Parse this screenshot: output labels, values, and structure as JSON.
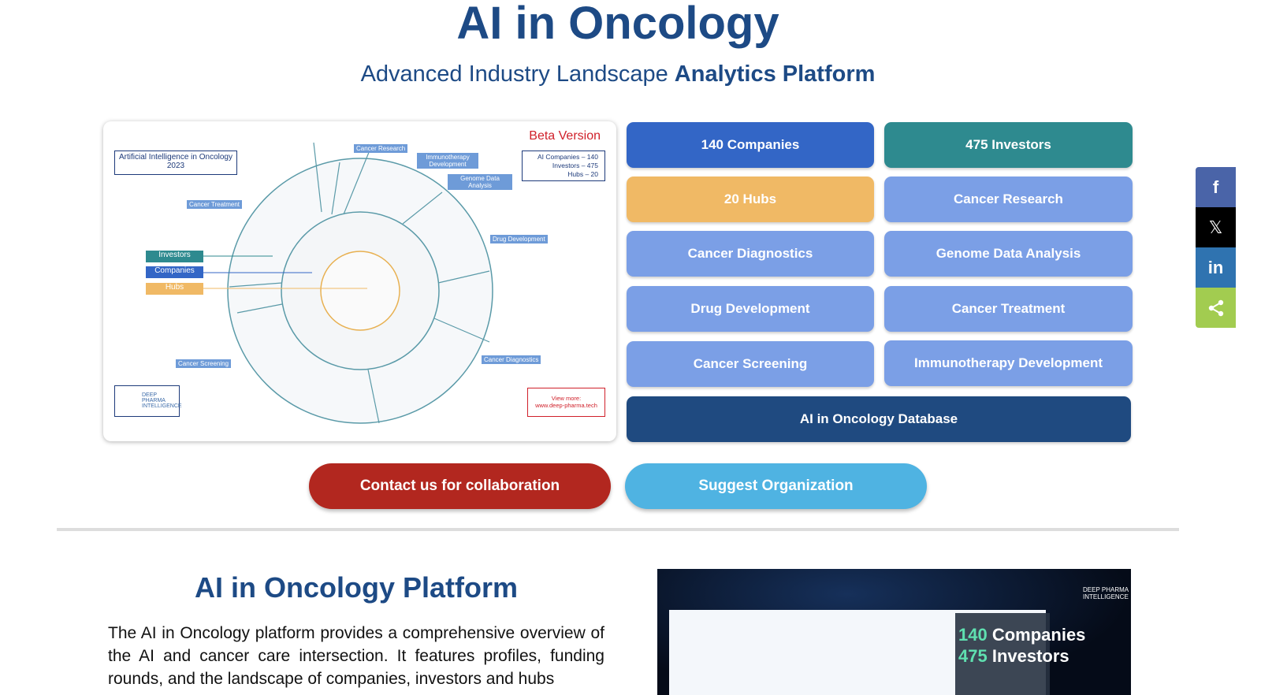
{
  "header": {
    "title": "AI in Oncology",
    "subtitle_a": "Advanced Industry Landscape ",
    "subtitle_b": "Analytics Platform"
  },
  "infographic": {
    "beta": "Beta Version",
    "title": "Artificial Intelligence in Oncology 2023",
    "stats": [
      "AI Companies – 140",
      "Investors – 475",
      "Hubs – 20"
    ],
    "legend": [
      "Investors",
      "Companies",
      "Hubs"
    ],
    "segments": [
      "Cancer Research",
      "Immunotherapy Development",
      "Genome Data Analysis",
      "Drug Development",
      "Cancer Diagnostics",
      "Cancer Screening",
      "Cancer Treatment"
    ],
    "logo": "DEEP PHARMA INTELLIGENCE",
    "view_more": "View more:",
    "url": "www.deep-pharma.tech"
  },
  "buttons": {
    "companies": "140 Companies",
    "investors": "475 Investors",
    "hubs": "20 Hubs",
    "research": "Cancer Research",
    "diagnostics": "Cancer Diagnostics",
    "genome": "Genome Data Analysis",
    "drug": "Drug Development",
    "treatment": "Cancer Treatment",
    "screening": "Cancer Screening",
    "immuno": "Immunotherapy Development",
    "database": "AI in Oncology Database",
    "contact": "Contact us for collaboration",
    "suggest": "Suggest Organization"
  },
  "colors": {
    "companies": "#3366c6",
    "investors": "#2e8a8f",
    "hubs": "#f0b965",
    "light": "#7b9fe6",
    "database": "#1f4a80",
    "contact": "#b2271f",
    "suggest": "#4fb3e2"
  },
  "section": {
    "heading": "AI in Oncology Platform",
    "paragraph": "The AI in Oncology platform provides a comprehensive overview of the AI and cancer care intersection. It features profiles, funding rounds, and the landscape of companies, investors and hubs"
  },
  "promo": {
    "n1": "140",
    "l1": " Companies",
    "n2": "475",
    "l2": " Investors",
    "logo": "DEEP PHARMA INTELLIGENCE"
  },
  "share": {
    "facebook": "f",
    "x": "𝕏",
    "linkedin": "in"
  }
}
